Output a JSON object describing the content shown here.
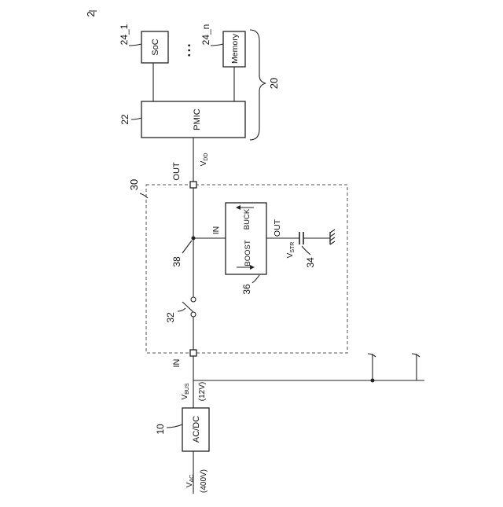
{
  "figure": {
    "number": "2"
  },
  "blocks": {
    "acdc": {
      "label": "AC/DC",
      "ref": "10"
    },
    "pmic": {
      "label": "PMIC",
      "ref": "22"
    },
    "soc": {
      "label": "SoC",
      "ref": "24_1"
    },
    "memory": {
      "label": "Memory",
      "ref": "24_n"
    },
    "converter": {
      "boost": "BOOST",
      "buck": "BUCK",
      "ref": "36",
      "in_label": "IN",
      "out_label": "OUT"
    }
  },
  "group_20": {
    "ref": "20"
  },
  "module_30": {
    "ref": "30",
    "in_label": "IN",
    "out_label": "OUT"
  },
  "switch": {
    "ref": "32"
  },
  "node_38": {
    "ref": "38"
  },
  "capacitor": {
    "ref": "34"
  },
  "ellipsis": "• • •",
  "signals": {
    "vac": {
      "main": "V",
      "sub": "AC",
      "note": "(400V)"
    },
    "vbus": {
      "main": "V",
      "sub": "BUS",
      "note": "(12V)"
    },
    "vdd": {
      "main": "V",
      "sub": "DD"
    },
    "vstr": {
      "main": "V",
      "sub": "STR"
    }
  }
}
